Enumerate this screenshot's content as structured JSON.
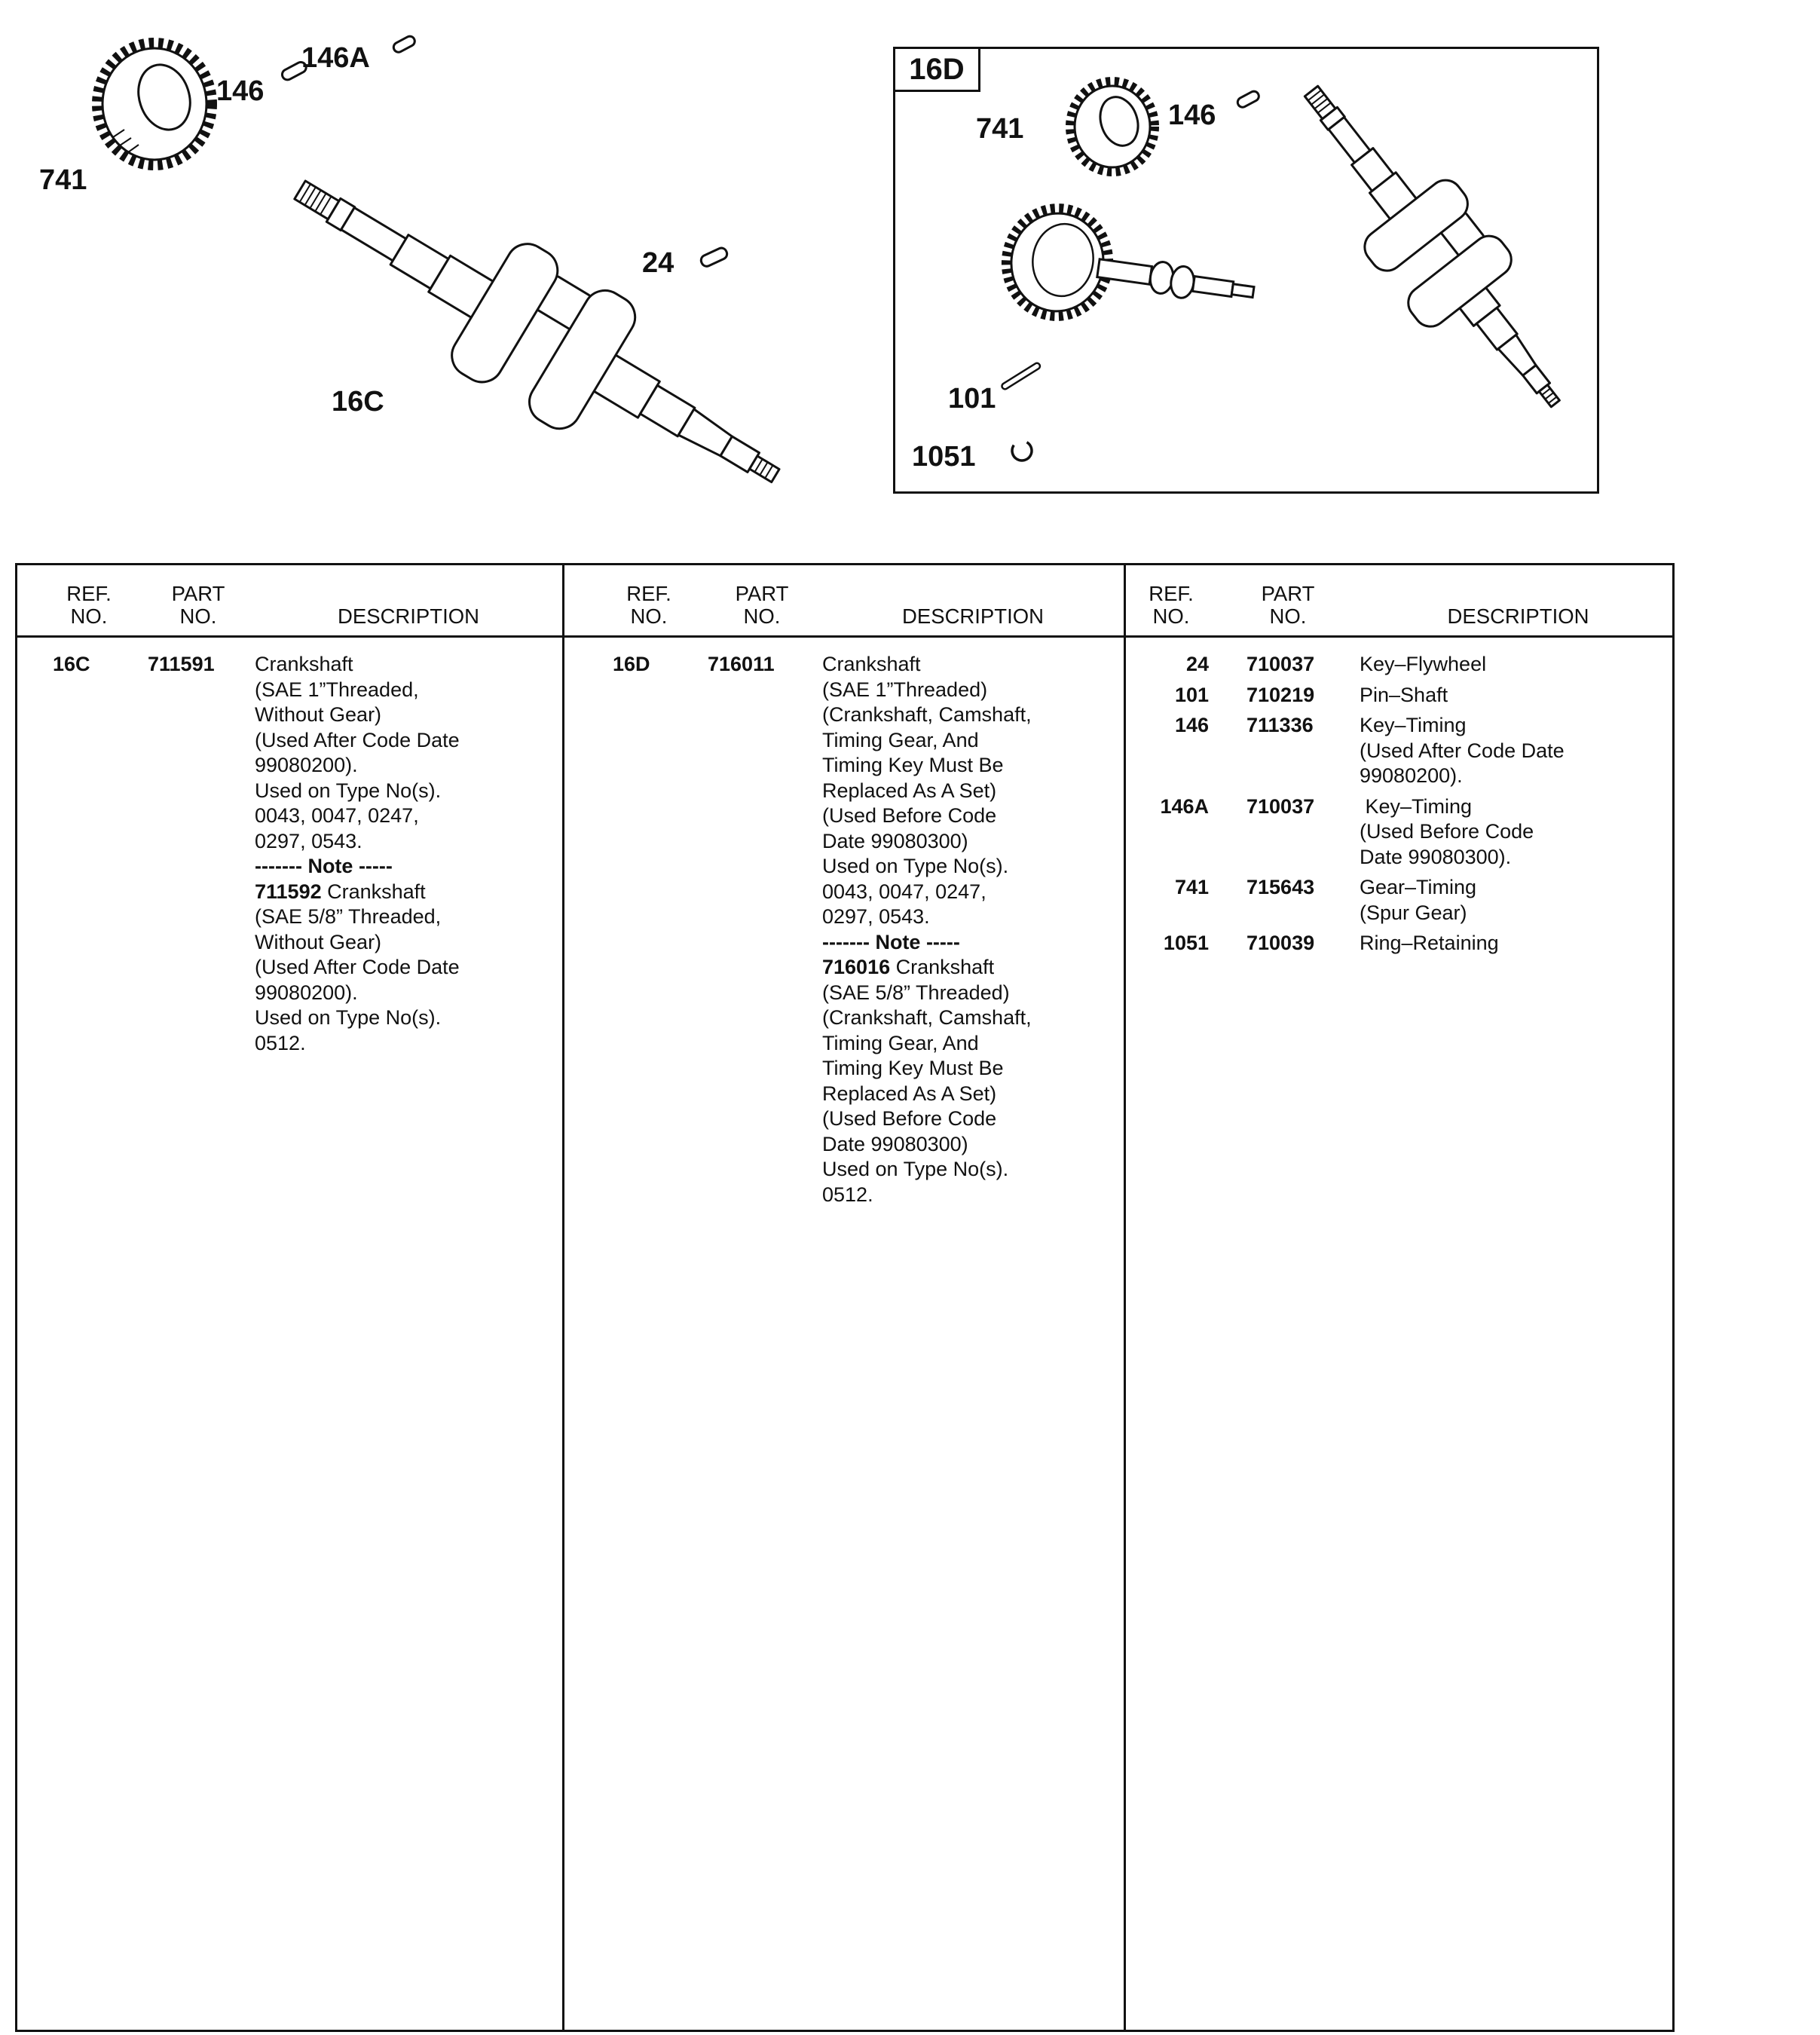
{
  "diagram": {
    "left": {
      "label_741": "741",
      "label_146": "146",
      "label_146a": "146A",
      "label_24": "24",
      "label_16c": "16C"
    },
    "right": {
      "box_label": "16D",
      "label_741": "741",
      "label_146": "146",
      "label_101": "101",
      "label_1051": "1051"
    },
    "icons": {
      "gear": "timing-gear-icon",
      "crankshaft": "crankshaft-icon",
      "camshaft": "camshaft-icon",
      "key": "key-icon",
      "pin": "pin-icon",
      "ring": "retaining-ring-icon"
    }
  },
  "table": {
    "header": {
      "ref1": "REF.",
      "ref2": "NO.",
      "part1": "PART",
      "part2": "NO.",
      "desc": "DESCRIPTION"
    },
    "columns": [
      {
        "entries": [
          {
            "ref": "16C",
            "part": "711591",
            "lines": [
              "Crankshaft",
              "(SAE 1”Threaded,",
              "Without Gear)",
              "(Used After Code Date",
              "99080200).",
              "Used on Type No(s).",
              "0043, 0047, 0247,",
              "0297, 0543.",
              {
                "segs": [
                  {
                    "t": "------- Note -----",
                    "b": true
                  }
                ]
              },
              {
                "segs": [
                  {
                    "t": "711592",
                    "b": true
                  },
                  {
                    "t": " Crankshaft",
                    "b": false
                  }
                ]
              },
              "(SAE 5/8” Threaded,",
              "Without Gear)",
              "(Used After Code Date",
              "99080200).",
              "Used on Type No(s).",
              "0512."
            ]
          }
        ]
      },
      {
        "entries": [
          {
            "ref": "16D",
            "part": "716011",
            "lines": [
              "Crankshaft",
              "(SAE 1”Threaded)",
              "(Crankshaft, Camshaft,",
              "Timing Gear, And",
              "Timing Key Must Be",
              "Replaced As A Set)",
              "(Used Before Code",
              "Date 99080300)",
              "Used on Type No(s).",
              "0043, 0047, 0247,",
              "0297, 0543.",
              {
                "segs": [
                  {
                    "t": "------- Note -----",
                    "b": true
                  }
                ]
              },
              {
                "segs": [
                  {
                    "t": "716016",
                    "b": true
                  },
                  {
                    "t": " Crankshaft",
                    "b": false
                  }
                ]
              },
              "(SAE 5/8” Threaded)",
              "(Crankshaft, Camshaft,",
              "Timing Gear, And",
              "Timing Key Must Be",
              "Replaced As A Set)",
              "(Used Before Code",
              "Date 99080300)",
              "Used on Type No(s).",
              "0512."
            ]
          }
        ]
      },
      {
        "entries": [
          {
            "ref": "24",
            "part": "710037",
            "lines": [
              "Key–Flywheel"
            ]
          },
          {
            "ref": "101",
            "part": "710219",
            "lines": [
              "Pin–Shaft"
            ]
          },
          {
            "ref": "146",
            "part": "711336",
            "lines": [
              "Key–Timing",
              "(Used After Code Date",
              "99080200)."
            ]
          },
          {
            "ref": "146A",
            "part": "710037",
            "lines": [
              " Key–Timing",
              "(Used Before Code",
              "Date 99080300)."
            ]
          },
          {
            "ref": "741",
            "part": "715643",
            "lines": [
              "Gear–Timing",
              "(Spur Gear)"
            ]
          },
          {
            "ref": "1051",
            "part": "710039",
            "lines": [
              "Ring–Retaining"
            ]
          }
        ]
      }
    ]
  }
}
